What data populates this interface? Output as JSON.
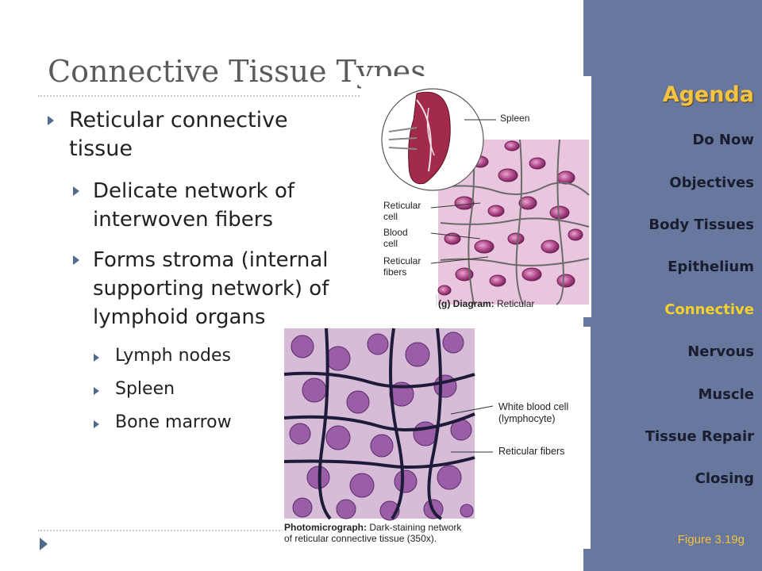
{
  "slide": {
    "title": "Connective Tissue Types",
    "bullets": {
      "main": "Reticular connective tissue",
      "main_line1": "Reticular connective",
      "main_line2": "tissue",
      "sub1_line1": "Delicate network of",
      "sub1_line2": "interwoven fibers",
      "sub2_line1": "Forms stroma (internal",
      "sub2_line2": "supporting network) of",
      "sub2_line3": "lymphoid organs",
      "items": [
        "Lymph nodes",
        "Spleen",
        "Bone marrow"
      ]
    }
  },
  "diagram": {
    "label_spleen": "Spleen",
    "label_reticular_cell_1": "Reticular",
    "label_reticular_cell_2": "cell",
    "label_blood_cell_1": "Blood",
    "label_blood_cell_2": "cell",
    "label_reticular_fibers_1": "Reticular",
    "label_reticular_fibers_2": "fibers",
    "caption_prefix": "(g) Diagram:",
    "caption_text": "Reticular"
  },
  "photo": {
    "label_wbc_1": "White blood cell",
    "label_wbc_2": "(lymphocyte)",
    "label_fibers": "Reticular fibers",
    "caption_prefix": "Photomicrograph:",
    "caption_line1": "Dark-staining network",
    "caption_line2": "of reticular connective tissue (350x)."
  },
  "sidebar": {
    "agenda_title": "Agenda",
    "items": [
      "Do Now",
      "Objectives",
      "Body Tissues",
      "Epithelium",
      "Connective",
      "Nervous",
      "Muscle",
      "Tissue Repair",
      "Closing"
    ],
    "active_item": "Connective",
    "figure_caption": "Figure 3.19g"
  },
  "colors": {
    "sidebar_bg": "#68779e",
    "agenda_title": "#f3c443",
    "active_item": "#f5d12c",
    "bullet_arrow": "#4f6a8a"
  }
}
